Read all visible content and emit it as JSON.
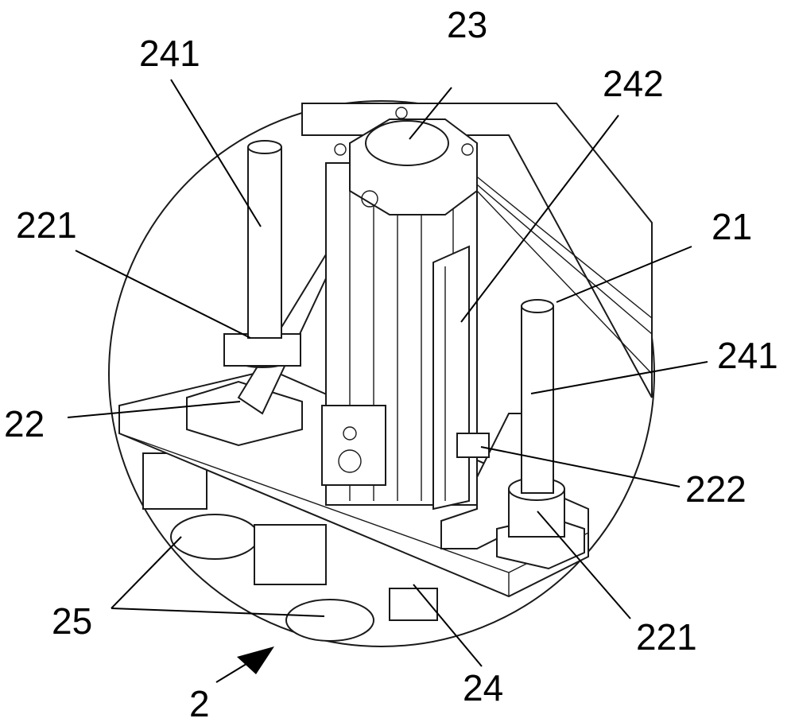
{
  "labels": {
    "l23": "23",
    "l241_top": "241",
    "l242": "242",
    "l221_left": "221",
    "l21": "21",
    "l241_right": "241",
    "l22": "22",
    "l222": "222",
    "l25": "25",
    "l221_right": "221",
    "l24": "24",
    "l2": "2"
  },
  "colors": {
    "line": "#1a1a1a",
    "background": "#ffffff",
    "text": "#000000"
  }
}
